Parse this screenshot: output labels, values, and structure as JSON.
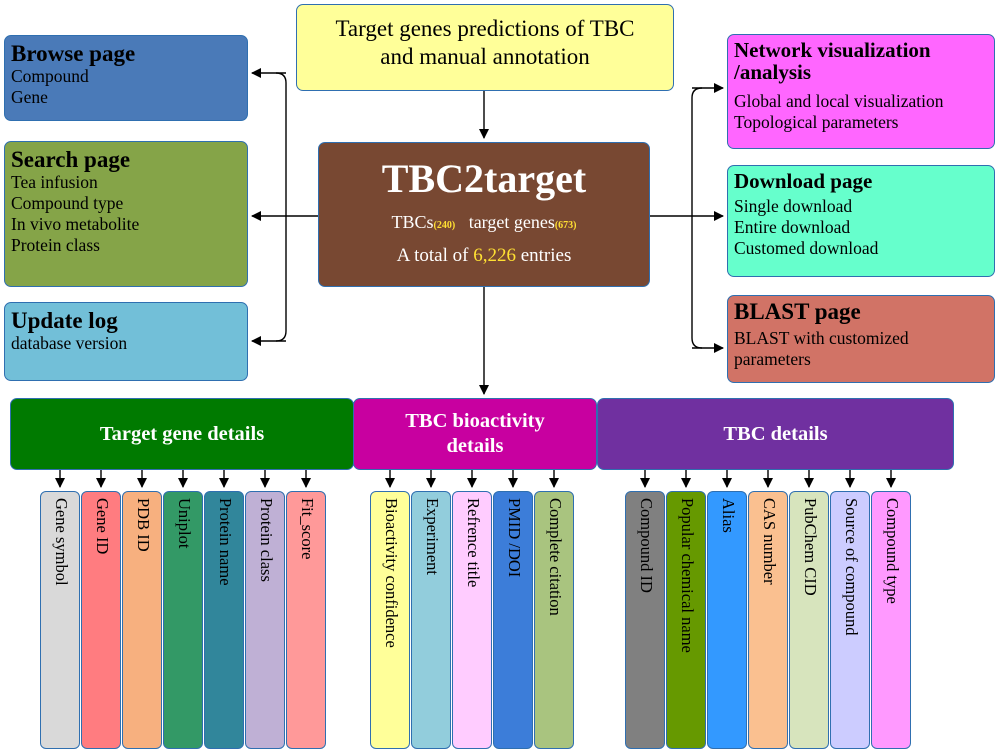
{
  "top_box": {
    "line1": "Target genes predictions of TBC",
    "line2": "and manual annotation",
    "color": "#ffff99"
  },
  "center_box": {
    "title": "TBC2target",
    "tbcs_label": "TBCs",
    "tbcs_count": "(240)",
    "genes_label": "target genes",
    "genes_count": "(673)",
    "total_prefix": "A total of",
    "total_value": "6,226",
    "total_suffix": "entries",
    "color": "#784832"
  },
  "left_boxes": {
    "browse": {
      "title": "Browse page",
      "items": [
        "Compound",
        "Gene"
      ],
      "color": "#4a7ab8"
    },
    "search": {
      "title": "Search page",
      "items": [
        "Tea infusion",
        "Compound type",
        "In vivo metabolite",
        "Protein class"
      ],
      "color": "#85a448"
    },
    "update": {
      "title": "Update log",
      "items": [
        "database version"
      ],
      "color": "#72bfd8"
    }
  },
  "right_boxes": {
    "network": {
      "title_line1": "Network visualization",
      "title_line2": "/analysis",
      "items": [
        "Global and local visualization",
        "Topological parameters"
      ],
      "color": "#ff66ff"
    },
    "download": {
      "title": "Download page",
      "items": [
        "Single download",
        "Entire download",
        "Customed download"
      ],
      "color": "#66ffcc"
    },
    "blast": {
      "title": "BLAST page",
      "items": [
        "BLAST with customized",
        "parameters"
      ],
      "color": "#d17366"
    }
  },
  "categories": {
    "target": {
      "label": "Target gene details",
      "color": "#007a00"
    },
    "bio": {
      "label_line1": "TBC bioactivity",
      "label_line2": "details",
      "color": "#c800a0"
    },
    "tbc": {
      "label": "TBC details",
      "color": "#7030a0"
    }
  },
  "columns": [
    {
      "label": "Gene symbol",
      "color": "#d9d9d9"
    },
    {
      "label": "Gene ID",
      "color": "#ff7c80"
    },
    {
      "label": "PDB ID",
      "color": "#f7b07f"
    },
    {
      "label": "Uniplot",
      "color": "#339966"
    },
    {
      "label": "Protein name",
      "color": "#31869b"
    },
    {
      "label": "Protein class",
      "color": "#bfb0d5"
    },
    {
      "label": "Fit_score",
      "color": "#ff9999"
    },
    {
      "label": "Bioactivity confidence",
      "color": "#ffff99"
    },
    {
      "label": "Experiment",
      "color": "#92cddc"
    },
    {
      "label": "Refrence title",
      "color": "#ffccff"
    },
    {
      "label": "PMID /DOI",
      "color": "#3c7dd9"
    },
    {
      "label": "Complete citation",
      "color": "#a9c47f"
    },
    {
      "label": "Compound ID",
      "color": "#808080"
    },
    {
      "label": "Popular chemical name",
      "color": "#669900"
    },
    {
      "label": "Alias",
      "color": "#3399ff"
    },
    {
      "label": "CAS number",
      "color": "#fac090"
    },
    {
      "label": "PubChem CID",
      "color": "#d7e4bd"
    },
    {
      "label": "Source of compound",
      "color": "#ccccff"
    },
    {
      "label": "Compound type",
      "color": "#ff99ff"
    }
  ]
}
